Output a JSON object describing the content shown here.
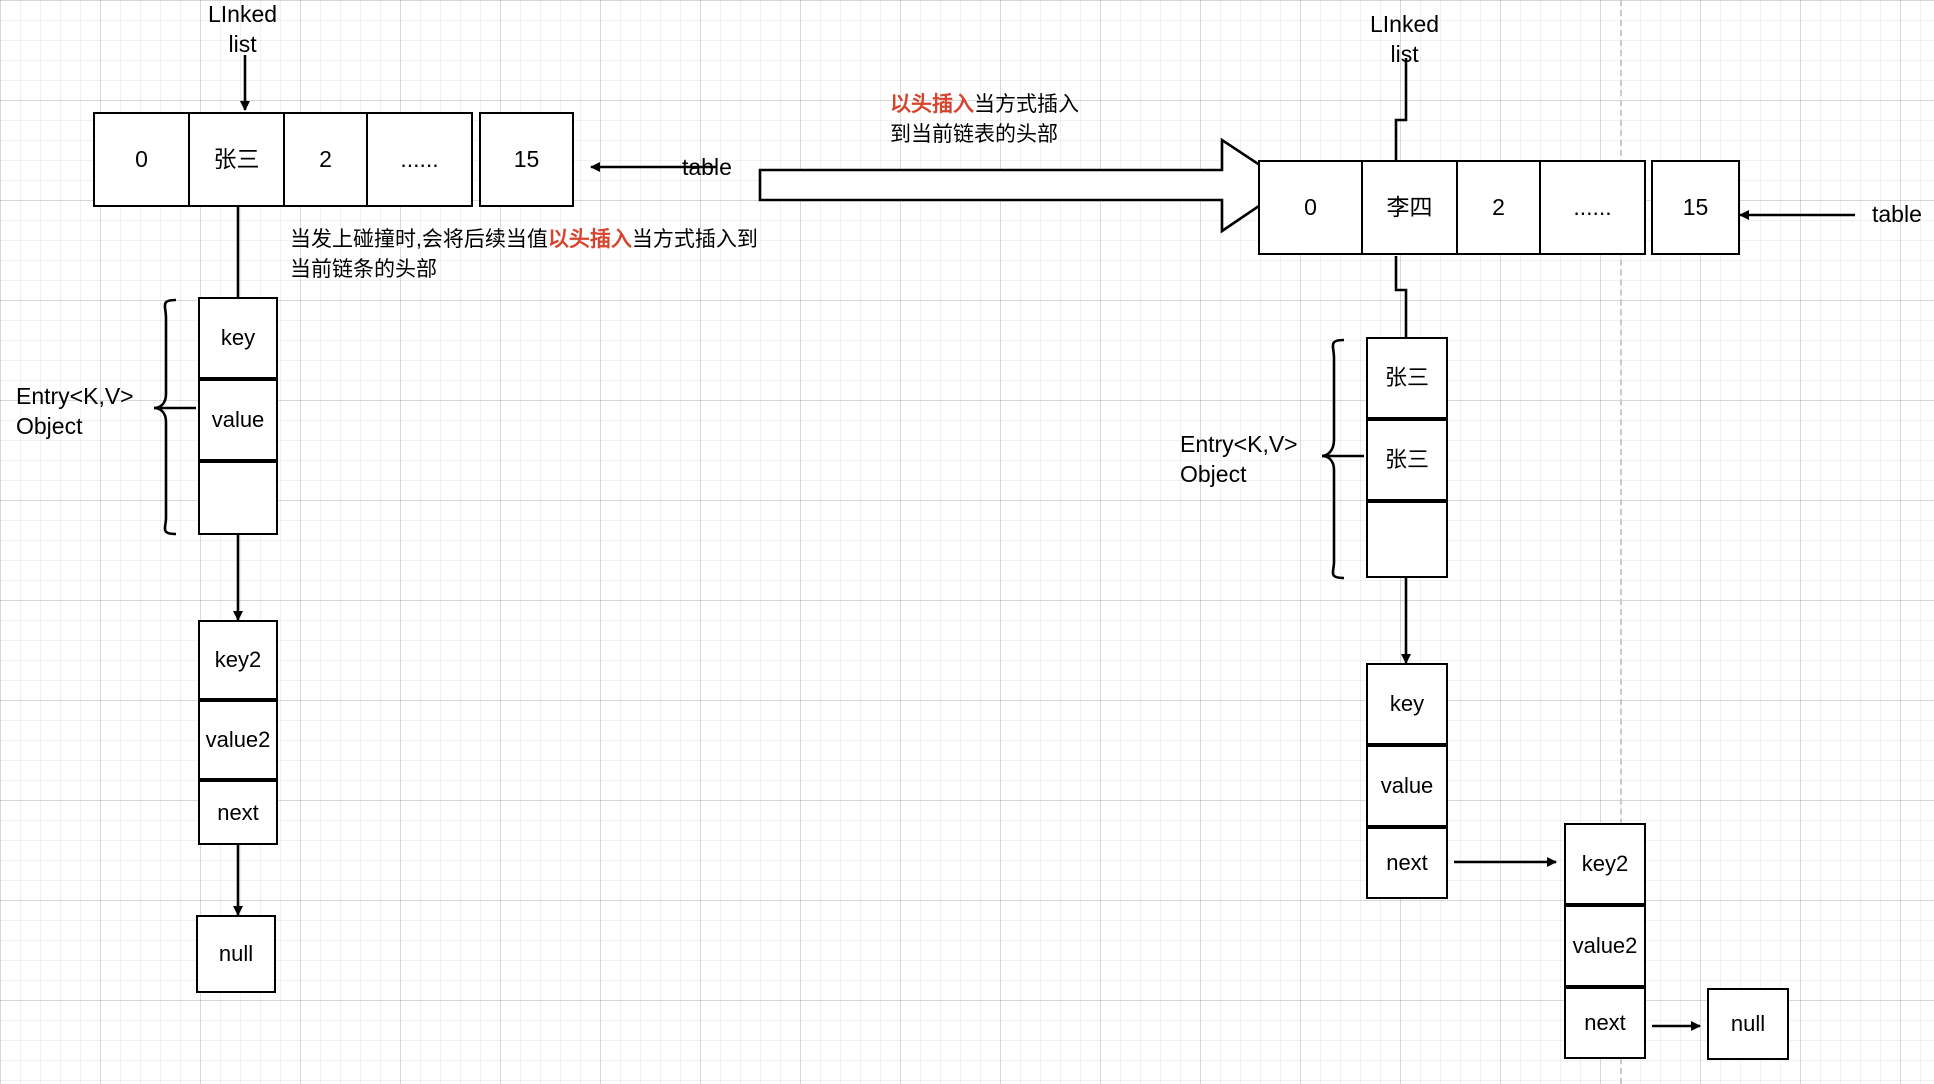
{
  "diagram": {
    "title_hidden": "",
    "left": {
      "pointer_label": "LInked\nlist",
      "table_label": "table",
      "entry_label": "Entry<K,V>\nObject",
      "array_cells": [
        "0",
        "张三",
        "2",
        "......",
        "15"
      ],
      "collision_note": {
        "line1_a": "当发上碰撞时,会将后续当值",
        "line1_hl": "以头插入",
        "line1_b": "当方式插入到",
        "line2": "当前链条的头部"
      },
      "entry1": [
        "key",
        "value",
        ""
      ],
      "entry2": [
        "key2",
        "value2",
        "next"
      ],
      "tail": "null"
    },
    "middle": {
      "note_hl": "以头插入",
      "note_a": "当方式插入",
      "note_line2": "到当前链表的头部"
    },
    "right": {
      "pointer_label": "LInked\nlist",
      "table_label": "table",
      "entry_label": "Entry<K,V>\nObject",
      "array_cells": [
        "0",
        "李四",
        "2",
        "......",
        "15"
      ],
      "entry_head": [
        "张三",
        "张三",
        ""
      ],
      "entry1": [
        "key",
        "value",
        "next"
      ],
      "entry2": [
        "key2",
        "value2",
        "next"
      ],
      "tail": "null"
    }
  },
  "colors": {
    "highlight": "#d6442e",
    "stroke": "#000000",
    "grid": "#e8e8e8"
  }
}
